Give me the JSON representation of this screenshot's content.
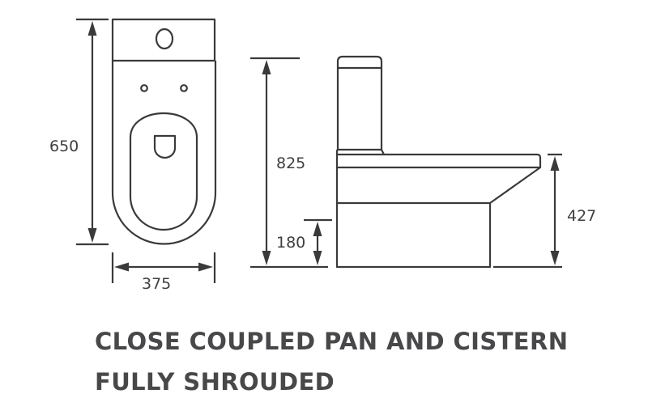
{
  "diagram": {
    "type": "technical-dimension-drawing",
    "subject": "close coupled toilet",
    "units": "mm",
    "views": {
      "top_view": {
        "dimensions": {
          "depth": "650",
          "width": "375"
        }
      },
      "side_view": {
        "dimensions": {
          "overall_height": "825",
          "outlet_height": "180",
          "seat_height": "427"
        }
      }
    },
    "caption": {
      "line1": "CLOSE COUPLED PAN AND CISTERN",
      "line2": "FULLY SHROUDED"
    },
    "colors": {
      "line": "#3a3a3c",
      "text": "#48484b",
      "background": "#ffffff"
    }
  }
}
